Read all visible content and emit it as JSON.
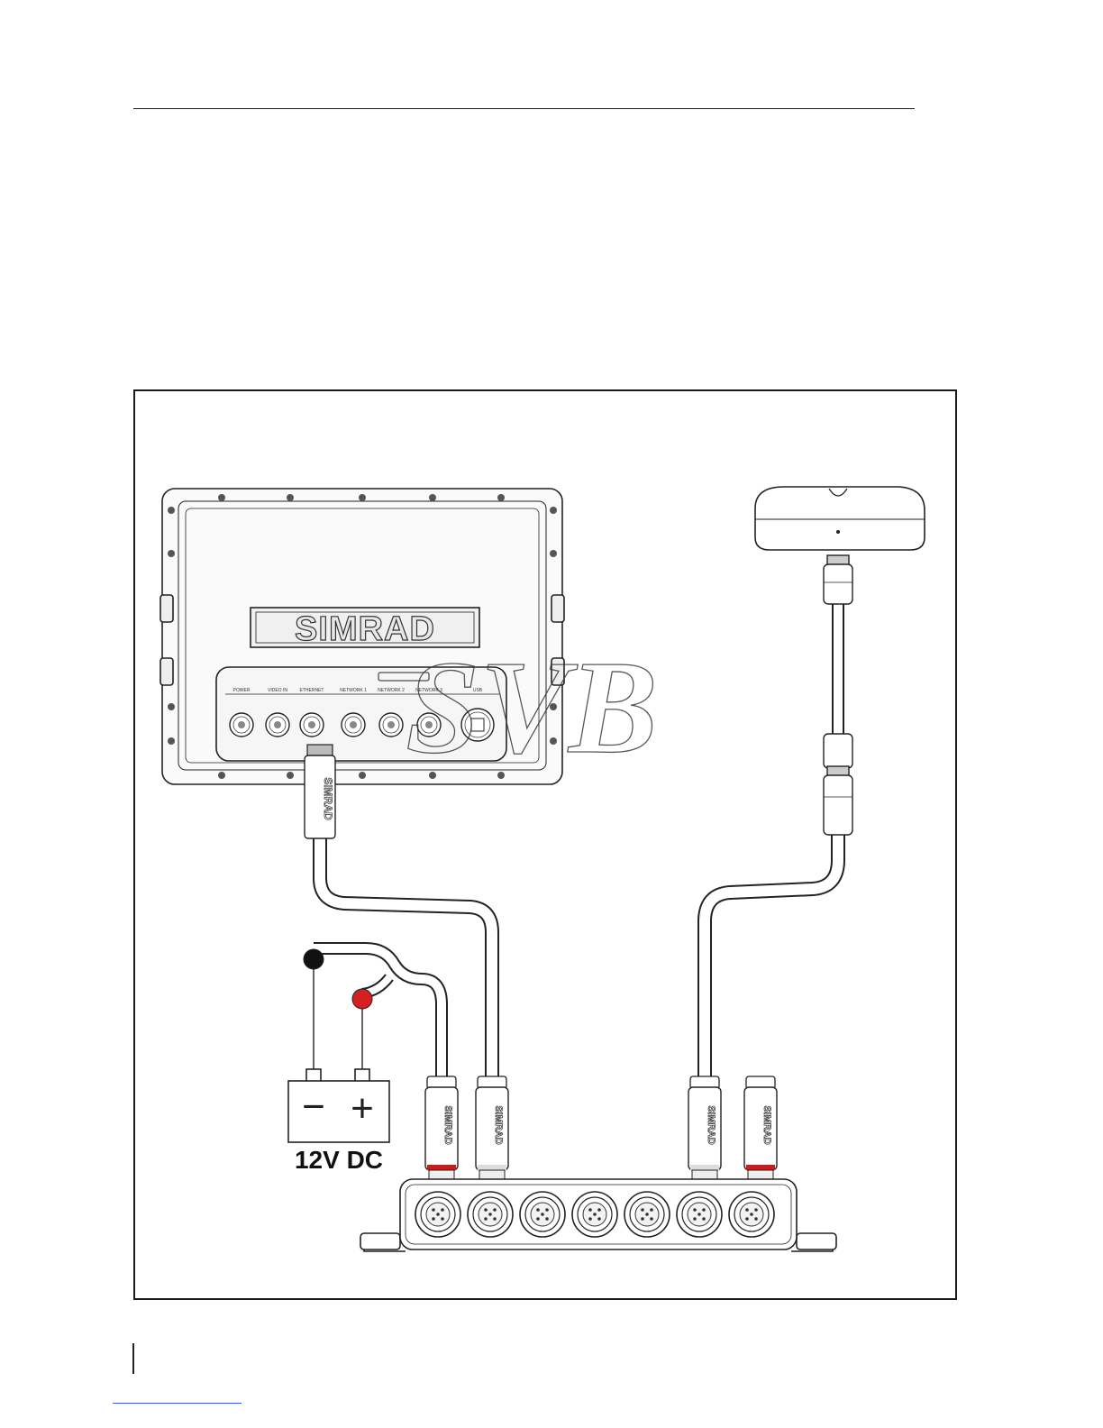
{
  "figure": {
    "brand_display": "SIMRAD",
    "connector_brand": "SIMRAD",
    "port_labels": [
      "POWER",
      "VIDEO IN",
      "ETHERNET",
      "NETWORK 1",
      "NETWORK 2",
      "NETWORK 3",
      "USB"
    ],
    "battery": {
      "negative_symbol": "−",
      "positive_symbol": "+",
      "label": "12V DC"
    },
    "watermark": "SVB",
    "icons": [
      "gps-antenna-icon",
      "battery-icon",
      "network-block-icon",
      "display-unit-icon"
    ],
    "colors": {
      "negative_terminal": "#111111",
      "positive_terminal": "#d42020",
      "terminator_band": "#c02020",
      "line": "#222222"
    }
  }
}
